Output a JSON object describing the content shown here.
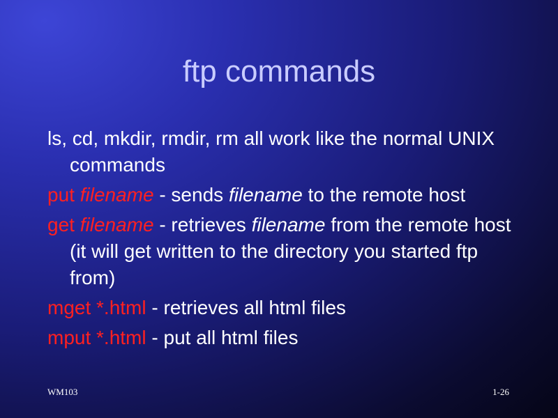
{
  "slide": {
    "title": "ftp commands",
    "colors": {
      "title": "#c9ccff",
      "command": "#ff2020",
      "text": "#ffffff",
      "background": "#1a1c78"
    },
    "bullets": [
      {
        "text": "ls, cd, mkdir, rmdir, rm all work like the normal UNIX commands"
      },
      {
        "cmd": "put ",
        "cmd_arg": "filename",
        "mid1": " - sends ",
        "arg2": "filename",
        "rest": " to the remote host"
      },
      {
        "cmd": "get ",
        "cmd_arg": "filename",
        "mid1": " - retrieves ",
        "arg2": "filename",
        "rest": " from the remote host (it will get written to the directory you started ftp from)"
      },
      {
        "cmd": "mget *.html",
        "rest": " -  retrieves all html files"
      },
      {
        "cmd": "mput *.html",
        "rest": " - put all html files"
      }
    ],
    "footer": {
      "left": "WM103",
      "right": "1-26"
    }
  }
}
